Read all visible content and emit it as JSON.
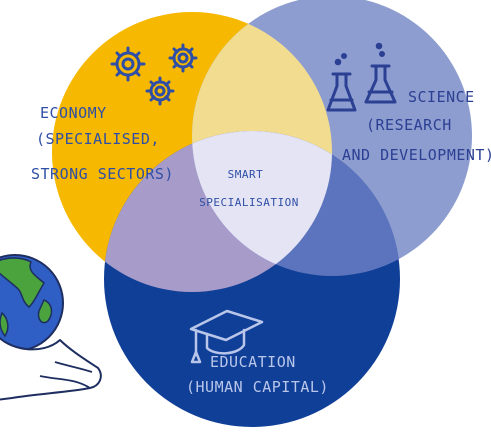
{
  "diagram": {
    "economy": {
      "lines": [
        "ECONOMY",
        "(SPECIALISED,",
        "STRONG SECTORS)"
      ],
      "icon": "gears-icon",
      "color": "#f6b800",
      "text_color": "#2f4fa6"
    },
    "science": {
      "lines": [
        "SCIENCE",
        "(RESEARCH",
        "AND DEVELOPMENT)"
      ],
      "icon": "lab-flasks-icon",
      "color": "#8e9dd0",
      "text_color": "#2b3f93"
    },
    "education": {
      "lines": [
        "EDUCATION",
        "(HUMAN CAPITAL)"
      ],
      "icon": "graduation-cap-icon",
      "color": "#103f97",
      "text_color": "#b9c6ea"
    },
    "center": {
      "lines": [
        "SMART",
        "SPECIALISATION"
      ],
      "text_color": "#2f4fa6"
    },
    "globe": {
      "icon": "globe-in-hand-icon"
    }
  }
}
